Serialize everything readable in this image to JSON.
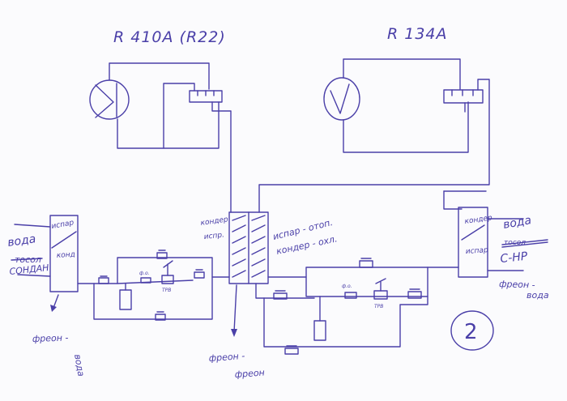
{
  "headers": {
    "left": "R 410A (R22)",
    "right": "R 134A"
  },
  "labels": {
    "exch_left_1": "кондер",
    "exch_left_2": "испр.",
    "exch_right_1": "испар - отоп.",
    "exch_right_2": "кондер - охл.",
    "left_exch_1": "испар",
    "left_exch_2": "конд",
    "left_water": "вода",
    "left_media_crossed": "тосол",
    "left_media": "СОНДАН",
    "left_freon_1": "фреон -",
    "left_freon_2": "вода",
    "filter": "ф.о.",
    "txv": "ТРВ",
    "right_exch_1": "кондер",
    "right_exch_2": "испар",
    "right_water": "вода",
    "right_media_crossed": "тосол",
    "right_media": "С-НР",
    "right_freon_1": "фреон -",
    "right_freon_2": "вода",
    "center_freon_1": "фреон -",
    "center_freon_2": "фреон"
  },
  "page_number": "2"
}
